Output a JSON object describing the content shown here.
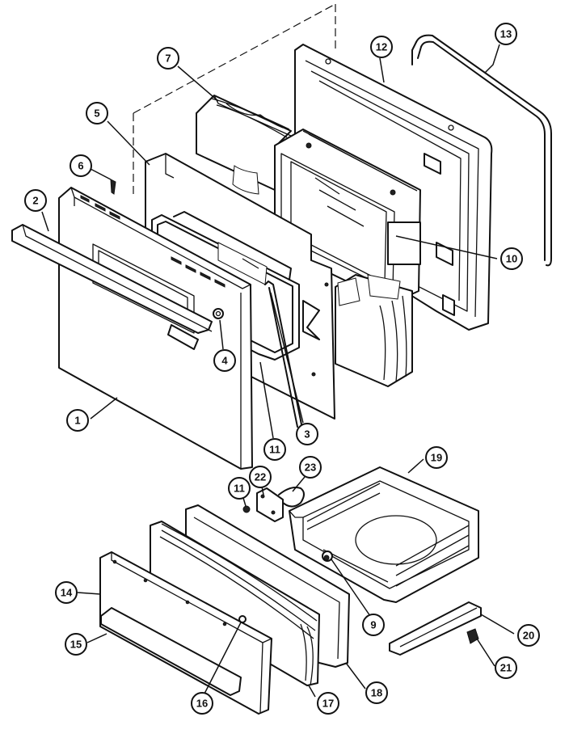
{
  "callouts": [
    {
      "id": "c1",
      "text": "1"
    },
    {
      "id": "c2",
      "text": "2"
    },
    {
      "id": "c3",
      "text": "3"
    },
    {
      "id": "c4",
      "text": "4"
    },
    {
      "id": "c5",
      "text": "5"
    },
    {
      "id": "c6",
      "text": "6"
    },
    {
      "id": "c7",
      "text": "7"
    },
    {
      "id": "c9",
      "text": "9"
    },
    {
      "id": "c10",
      "text": "10"
    },
    {
      "id": "c11a",
      "text": "11"
    },
    {
      "id": "c11b",
      "text": "11"
    },
    {
      "id": "c12",
      "text": "12"
    },
    {
      "id": "c13",
      "text": "13"
    },
    {
      "id": "c14",
      "text": "14"
    },
    {
      "id": "c15",
      "text": "15"
    },
    {
      "id": "c16",
      "text": "16"
    },
    {
      "id": "c17",
      "text": "17"
    },
    {
      "id": "c18",
      "text": "18"
    },
    {
      "id": "c19",
      "text": "19"
    },
    {
      "id": "c20",
      "text": "20"
    },
    {
      "id": "c21",
      "text": "21"
    },
    {
      "id": "c22",
      "text": "22"
    },
    {
      "id": "c23",
      "text": "23"
    }
  ],
  "colors": {
    "ink": "#111111",
    "paper": "#ffffff"
  }
}
